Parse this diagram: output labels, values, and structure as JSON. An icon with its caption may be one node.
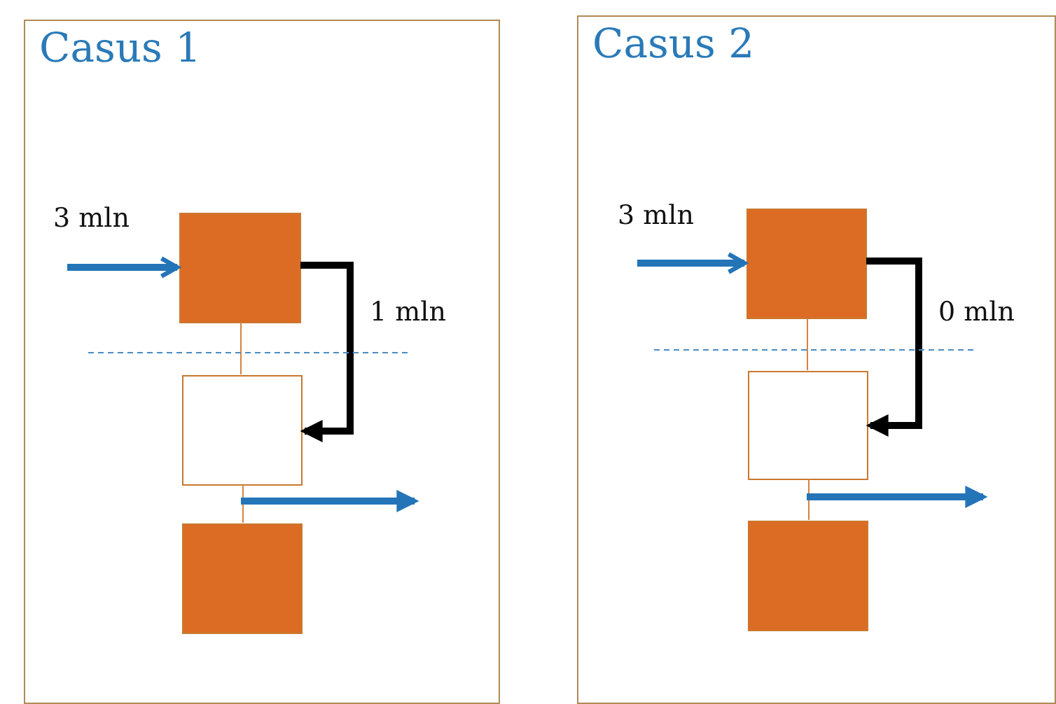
{
  "diagram": {
    "nodes": [
      {
        "text": [
          "Casus 1"
        ]
      },
      {
        "text": [],
        "shape": "box",
        "in": 0
      },
      {
        "text": [],
        "shape": "box",
        "in": 0
      },
      {
        "text": [],
        "shape": "box",
        "in": 0
      },
      {
        "text": [
          "Casus 2"
        ]
      },
      {
        "text": [],
        "shape": "box",
        "in": 4
      },
      {
        "text": [],
        "shape": "box",
        "in": 4
      },
      {
        "text": [],
        "shape": "box",
        "in": 4
      }
    ],
    "edges": [
      {
        "from": null,
        "to": 1,
        "arrow": "to",
        "label": "3 mln",
        "style": "thick",
        "color": "#2474b8"
      },
      {
        "from": 1,
        "to": 2,
        "arrow": "to",
        "label": "1 mln",
        "style": "thick",
        "color": "#000000"
      },
      {
        "from": 1,
        "to": 2,
        "arrow": "none"
      },
      {
        "from": 2,
        "to": 3,
        "arrow": "none"
      },
      {
        "from": null,
        "to": 5,
        "arrow": "to",
        "label": "3 mln",
        "style": "thick",
        "color": "#2474b8"
      },
      {
        "from": 5,
        "to": 6,
        "arrow": "to",
        "label": "0 mln",
        "style": "thick",
        "color": "#000000"
      },
      {
        "from": 5,
        "to": 6,
        "arrow": "none"
      },
      {
        "from": 6,
        "to": 7,
        "arrow": "none"
      }
    ]
  }
}
